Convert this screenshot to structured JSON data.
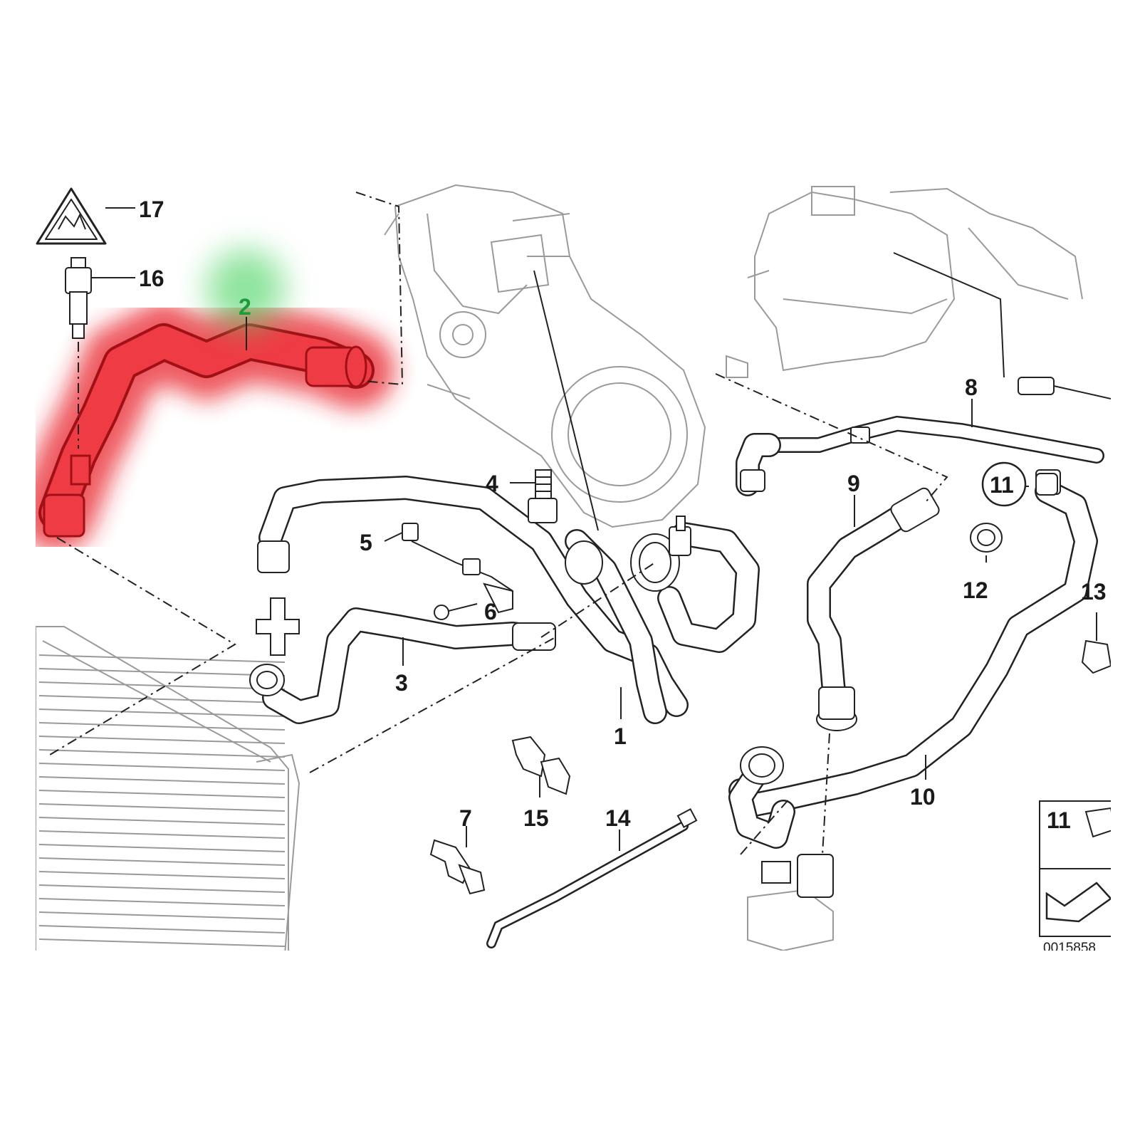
{
  "diagram": {
    "highlight": {
      "part": "2",
      "hose_color": "#e8232b",
      "label_color": "#1c9a3c"
    },
    "parts": [
      {
        "id": "p1",
        "label": "1"
      },
      {
        "id": "p2",
        "label": "2"
      },
      {
        "id": "p3",
        "label": "3"
      },
      {
        "id": "p4",
        "label": "4"
      },
      {
        "id": "p5",
        "label": "5"
      },
      {
        "id": "p6",
        "label": "6"
      },
      {
        "id": "p7",
        "label": "7"
      },
      {
        "id": "p8",
        "label": "8"
      },
      {
        "id": "p9",
        "label": "9"
      },
      {
        "id": "p10",
        "label": "10"
      },
      {
        "id": "p11",
        "label": "11"
      },
      {
        "id": "p12",
        "label": "12"
      },
      {
        "id": "p13",
        "label": "13"
      },
      {
        "id": "p14",
        "label": "14"
      },
      {
        "id": "p15",
        "label": "15"
      },
      {
        "id": "p16",
        "label": "16"
      },
      {
        "id": "p17",
        "label": "17"
      }
    ],
    "inset": {
      "label": "11"
    },
    "diagram_code": "0015858"
  }
}
